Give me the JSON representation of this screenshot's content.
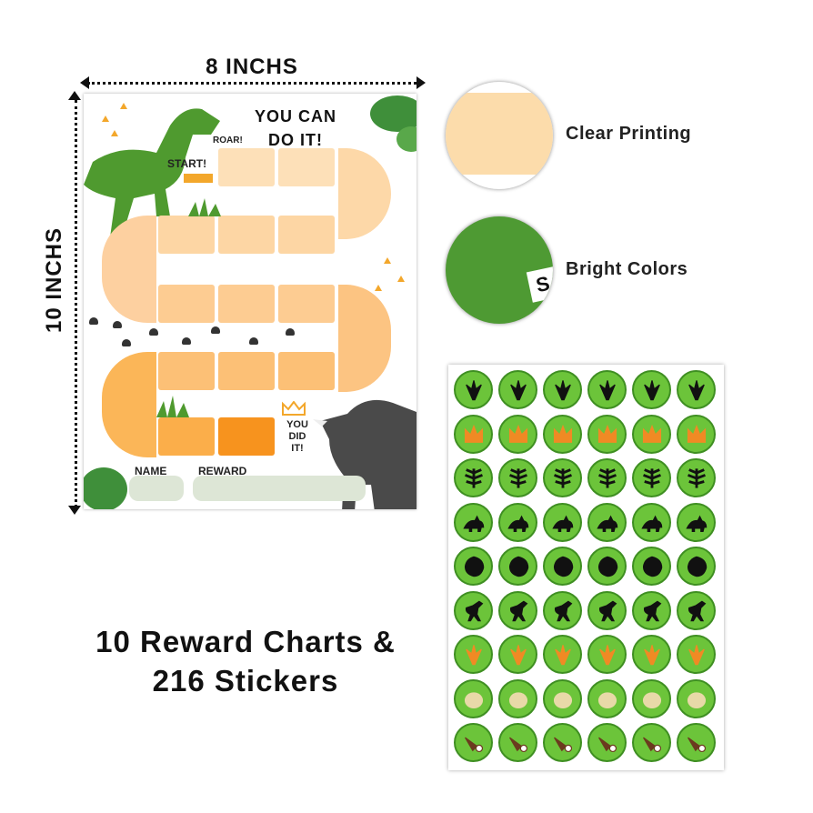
{
  "dimensions": {
    "width_label": "8 INCHS",
    "height_label": "10 INCHS"
  },
  "chart": {
    "title_line1": "YOU CAN",
    "title_line2": "DO IT!",
    "roar": "ROAR!",
    "start": "START!",
    "finish_line1": "YOU",
    "finish_line2": "DID",
    "finish_line3": "IT!",
    "name_label": "NAME",
    "reward_label": "REWARD"
  },
  "features": [
    {
      "label": "Clear Printing",
      "icon": "peach-swatch-icon"
    },
    {
      "label": "Bright Colors",
      "icon": "green-swatch-icon"
    }
  ],
  "headline": {
    "line1": "10 Reward Charts &",
    "line2": "216 Stickers"
  },
  "sticker_sheet": {
    "rows": [
      {
        "icon": "dino-footprint-icon",
        "color": "#111111"
      },
      {
        "icon": "crown-icon",
        "color": "#f08a24"
      },
      {
        "icon": "fern-leaf-icon",
        "color": "#111111"
      },
      {
        "icon": "stegosaurus-icon",
        "color": "#111111"
      },
      {
        "icon": "monstera-leaf-icon",
        "color": "#111111"
      },
      {
        "icon": "raptor-icon",
        "color": "#111111"
      },
      {
        "icon": "dino-footprint-icon",
        "color": "#f08a24"
      },
      {
        "icon": "dino-egg-icon",
        "color": "#e8d9a8"
      },
      {
        "icon": "meat-bone-icon",
        "color": "#6b3a1f"
      }
    ],
    "columns": 6,
    "sticker_color": "#6cc43a"
  },
  "colors": {
    "accent_green": "#4f9a2f",
    "path_peach_light": "#fde0b8",
    "path_orange": "#fbb658",
    "finish_orange": "#f7931e",
    "trike_gray": "#4a4a4a"
  }
}
